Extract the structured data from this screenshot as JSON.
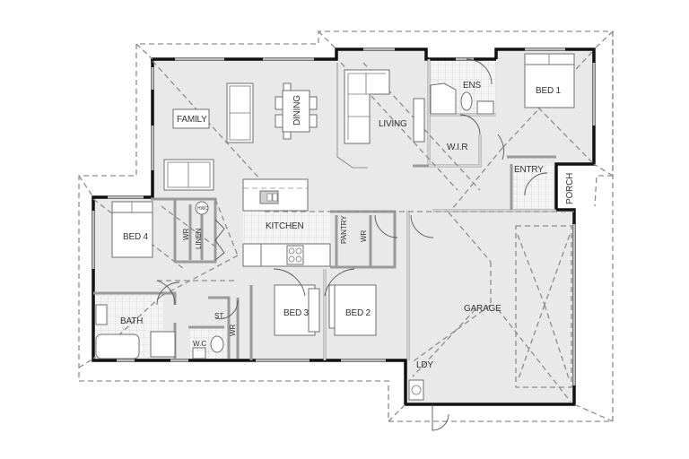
{
  "plan": {
    "type": "residential-floor-plan",
    "background_color": "#ffffff",
    "floor_color": "#e9e9e9",
    "wall_color": "#111111"
  },
  "rooms": {
    "family": "FAMILY",
    "dining": "DINING",
    "living": "LIVING",
    "ens": "ENS",
    "bed1": "BED 1",
    "wir_master": "W.I.R",
    "entry": "ENTRY",
    "porch": "PORCH",
    "bed4": "BED 4",
    "wr_bed4": "WR",
    "linen": "LINEN",
    "hwc": "HWC",
    "kitchen": "KITCHEN",
    "pantry": "PANTRY",
    "wr_kitchen": "WR",
    "bath": "BATH",
    "st": "ST.",
    "wc": "W.C",
    "wr_hall": "WR",
    "bed3": "BED 3",
    "bed2": "BED 2",
    "garage": "GARAGE",
    "ldy": "LDY"
  }
}
